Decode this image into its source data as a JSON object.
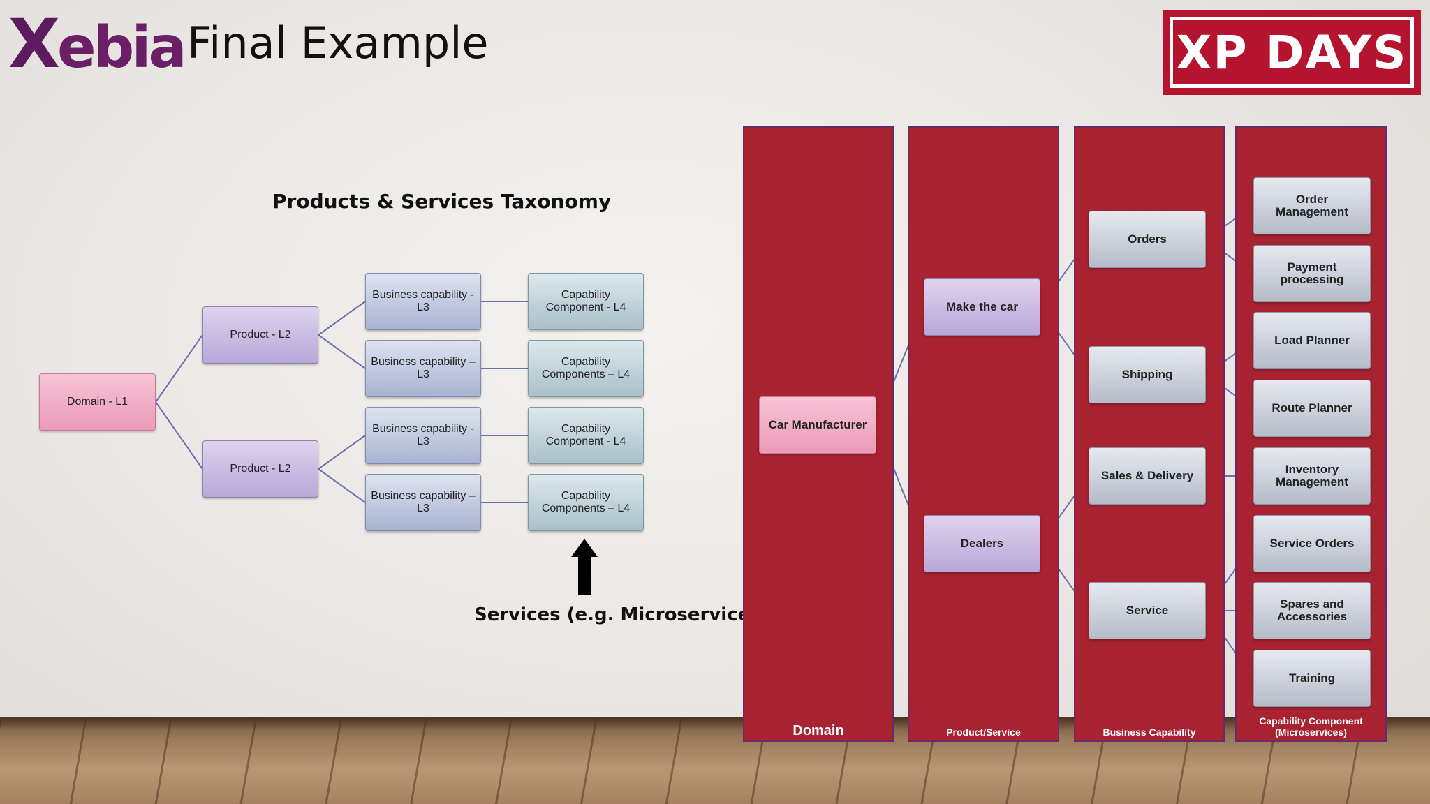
{
  "header": {
    "logo_mark": "X",
    "logo_text": "ebia",
    "title": "Final Example",
    "badge": "XP DAYS"
  },
  "left_diagram": {
    "heading": "Products & Services Taxonomy",
    "domain": "Domain - L1",
    "products": [
      "Product - L2",
      "Product - L2"
    ],
    "capabilities": [
      "Business capability - L3",
      "Business capability – L3",
      "Business capability - L3",
      "Business capability – L3"
    ],
    "components": [
      "Capability Component - L4",
      "Capability Components – L4",
      "Capability Component - L4",
      "Capability Components – L4"
    ],
    "services_caption": "Services (e.g. Microservice)"
  },
  "right_diagram": {
    "columns": [
      "Domain",
      "Product/Service",
      "Business Capability",
      "Capability Component (Microservices)"
    ],
    "domain": "Car Manufacturer",
    "products": [
      "Make the car",
      "Dealers"
    ],
    "capabilities": [
      "Orders",
      "Shipping",
      "Sales & Delivery",
      "Service"
    ],
    "components": [
      "Order Management",
      "Payment processing",
      "Load Planner",
      "Route Planner",
      "Inventory Management",
      "Service Orders",
      "Spares and Accessories",
      "Training"
    ]
  },
  "colors": {
    "column_red": "#a82232",
    "badge_red": "#b5142e",
    "logo_purple": "#6a1f66",
    "connector": "#6b6fb0"
  }
}
